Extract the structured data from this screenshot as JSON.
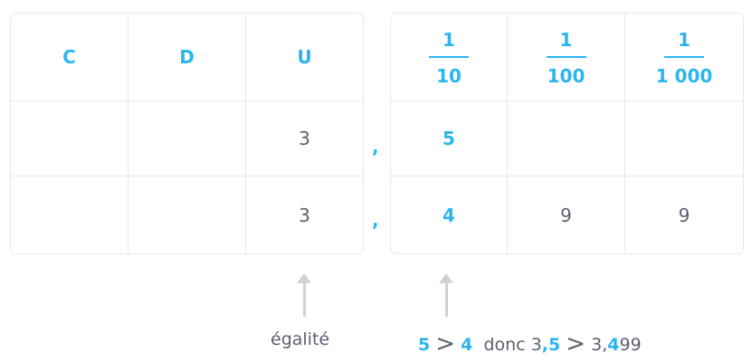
{
  "integer_headers": [
    "C",
    "D",
    "U"
  ],
  "fraction_headers": [
    {
      "num": "1",
      "den": "10"
    },
    {
      "num": "1",
      "den": "100"
    },
    {
      "num": "1",
      "den": "1 000"
    }
  ],
  "rows": [
    {
      "int": [
        "",
        "",
        "3"
      ],
      "sep": ",",
      "dec": [
        "5",
        "",
        ""
      ]
    },
    {
      "int": [
        "",
        "",
        "3"
      ],
      "sep": ",",
      "dec": [
        "4",
        "9",
        "9"
      ]
    }
  ],
  "caption_left": "égalité",
  "caption_right": {
    "a": "5",
    "gt1": ">",
    "b": "4",
    "donc": "donc",
    "n1_int": "3",
    "n1_sep": ",",
    "n1_dec": "5",
    "gt2": ">",
    "n2_int": "3",
    "n2_sep": ",",
    "n2_dec1": "4",
    "n2_dec_rest": "99"
  },
  "colors": {
    "accent": "#2bb5f0",
    "text": "#5c6070",
    "border": "#e6e8ec",
    "arrow": "#cfd2d8"
  }
}
